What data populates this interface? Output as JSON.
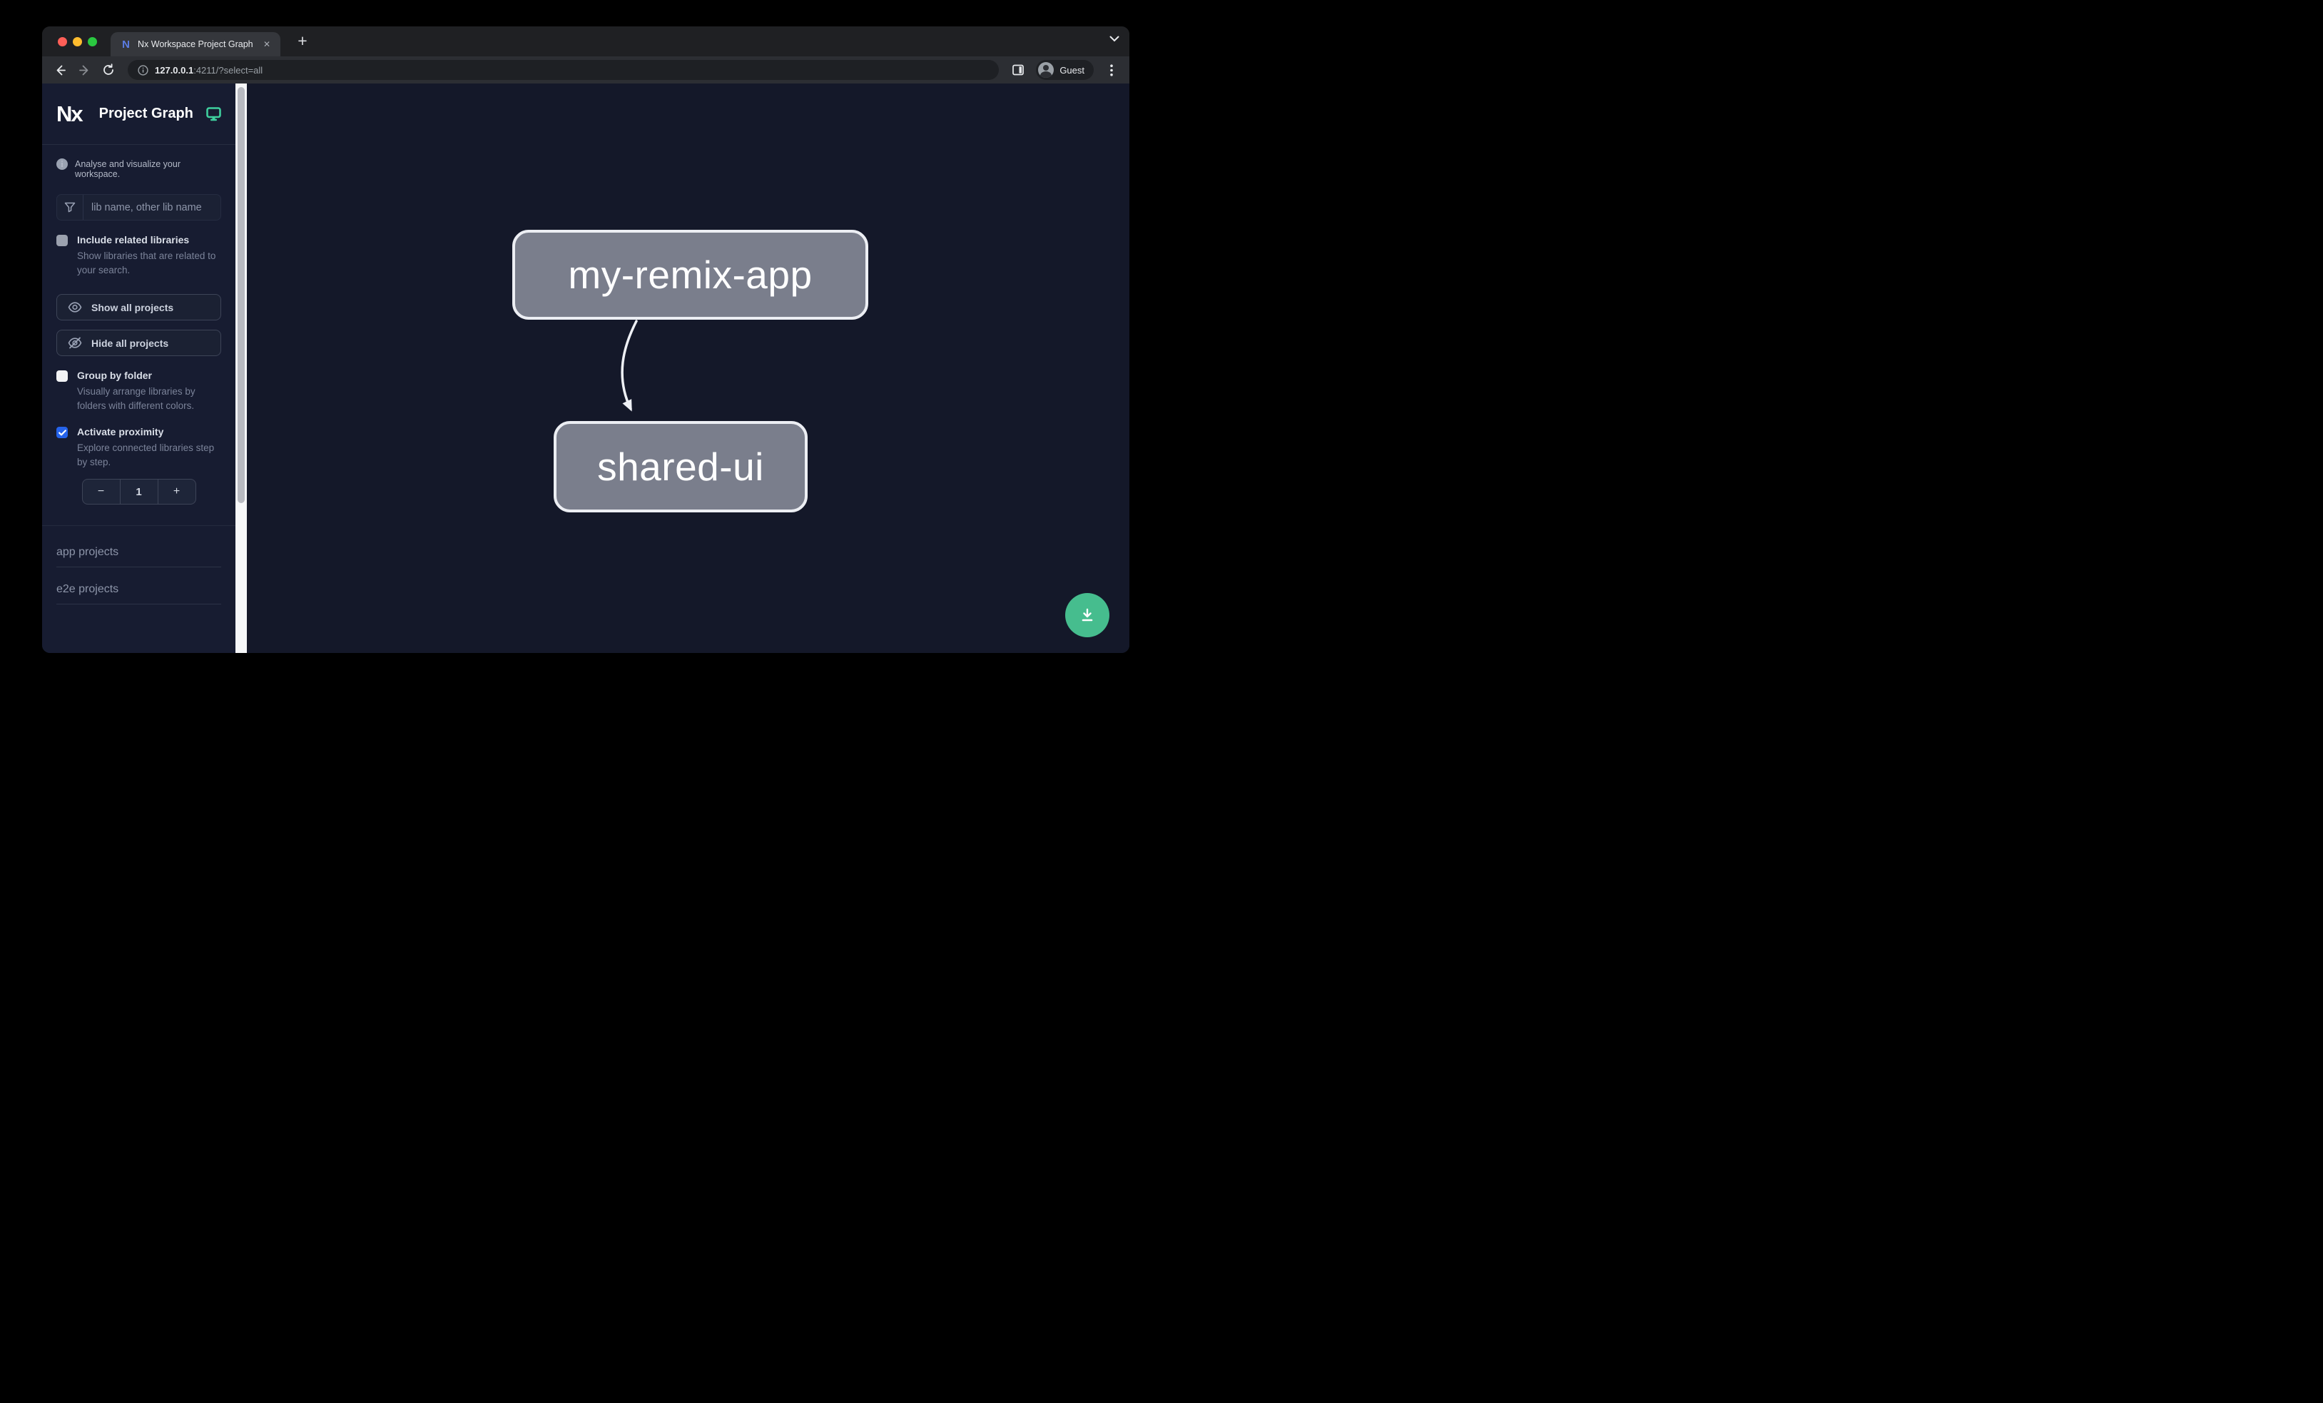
{
  "browser": {
    "tab_title": "Nx Workspace Project Graph",
    "close_glyph": "✕",
    "new_tab_glyph": "+",
    "url": {
      "host": "127.0.0.1",
      "rest": ":4211/?select=all"
    },
    "profile_label": "Guest"
  },
  "sidebar": {
    "brand": {
      "logo": "Nx",
      "title": "Project Graph"
    },
    "tagline": "Analyse and visualize your workspace.",
    "search": {
      "placeholder": "lib name, other lib name"
    },
    "filters": {
      "include_related": {
        "label": "Include related libraries",
        "desc": "Show libraries that are related to your search.",
        "checked": false
      },
      "group_by_folder": {
        "label": "Group by folder",
        "desc": "Visually arrange libraries by folders with different colors.",
        "checked": false
      },
      "proximity": {
        "label": "Activate proximity",
        "desc": "Explore connected libraries step by step.",
        "checked": true
      }
    },
    "actions": {
      "show_all": "Show all projects",
      "hide_all": "Hide all projects"
    },
    "proximity_stepper": {
      "minus": "−",
      "value": "1",
      "plus": "+"
    },
    "sections": [
      "app projects",
      "e2e projects"
    ]
  },
  "graph": {
    "nodes": [
      {
        "label": "my-remix-app"
      },
      {
        "label": "shared-ui"
      }
    ],
    "edges": [
      {
        "from": "my-remix-app",
        "to": "shared-ui"
      }
    ]
  },
  "colors": {
    "accent_blue": "#2563eb",
    "fab_green": "#46bd8e",
    "monitor_teal": "#3fcf9e",
    "node_fill": "#7a7e8c",
    "node_border": "#eceef3",
    "canvas_bg": "#141829",
    "sidebar_bg": "#171c31"
  }
}
